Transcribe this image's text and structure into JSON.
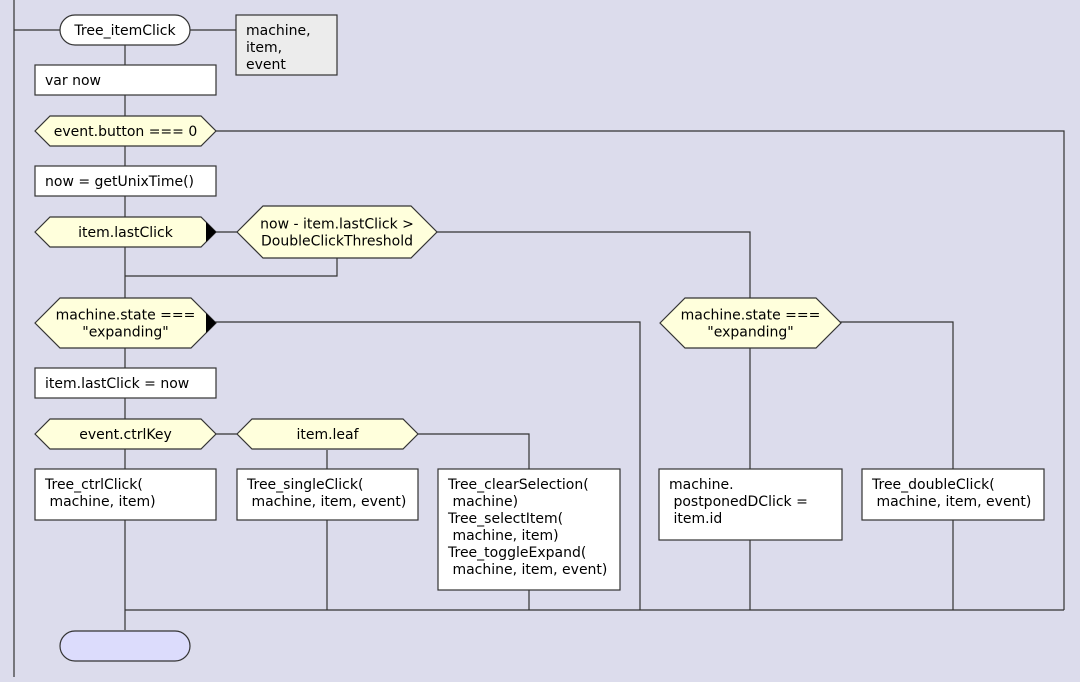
{
  "colors": {
    "background": "#dcdcec",
    "line": "#333333",
    "action_fill": "#ffffff",
    "condition_fill": "#ffffdc",
    "params_fill": "#ececec",
    "terminator_fill": "#dcdcfc"
  },
  "diagram": {
    "header": {
      "title": "Tree_itemClick",
      "params": [
        "machine,",
        "item,",
        "event"
      ]
    },
    "actions": {
      "var_now": [
        "var now"
      ],
      "get_time": [
        "now = getUnixTime()"
      ],
      "set_last_click": [
        "item.lastClick = now"
      ],
      "ctrl_click": [
        "Tree_ctrlClick(",
        "  machine, item)"
      ],
      "single_click": [
        "Tree_singleClick(",
        "  machine, item, event)"
      ],
      "select_expand": [
        "Tree_clearSelection(",
        "  machine)",
        "Tree_selectItem(",
        "  machine, item)",
        "Tree_toggleExpand(",
        "  machine, item, event)"
      ],
      "postpone": [
        "machine.",
        "  postponedDClick =",
        "  item.id"
      ],
      "double_click": [
        "Tree_doubleClick(",
        "  machine, item, event)"
      ]
    },
    "conditions": {
      "button_check": [
        "event.button === 0"
      ],
      "has_last_click": [
        "item.lastClick"
      ],
      "threshold": [
        "now - item.lastClick >",
        "DoubleClickThreshold"
      ],
      "state_left": [
        "machine.state ===",
        "\"expanding\""
      ],
      "state_right": [
        "machine.state ===",
        "\"expanding\""
      ],
      "ctrl_key": [
        "event.ctrlKey"
      ],
      "leaf": [
        "item.leaf"
      ]
    },
    "end_label": ""
  }
}
